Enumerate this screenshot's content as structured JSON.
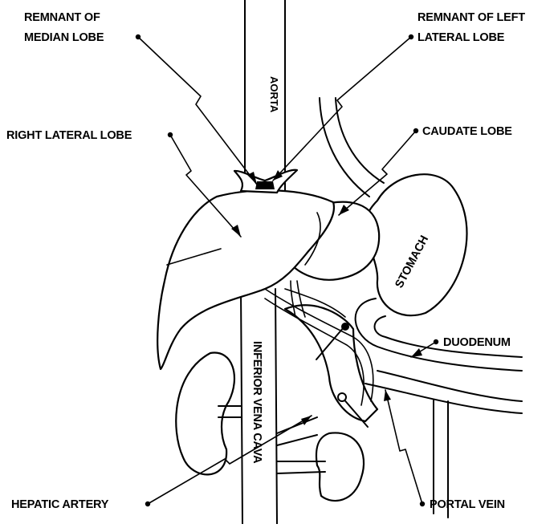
{
  "labels": {
    "remnant_median_1": "REMNANT OF",
    "remnant_median_2": "MEDIAN LOBE",
    "remnant_left_1": "REMNANT OF LEFT",
    "remnant_left_2": "LATERAL LOBE",
    "right_lateral_lobe": "RIGHT LATERAL LOBE",
    "caudate_lobe": "CAUDATE LOBE",
    "aorta": "AORTA",
    "stomach": "STOMACH",
    "inferior_vena_cava": "INFERIOR VENA CAVA",
    "duodenum": "DUODENUM",
    "hepatic_artery": "HEPATIC ARTERY",
    "portal_vein": "PORTAL VEIN"
  }
}
